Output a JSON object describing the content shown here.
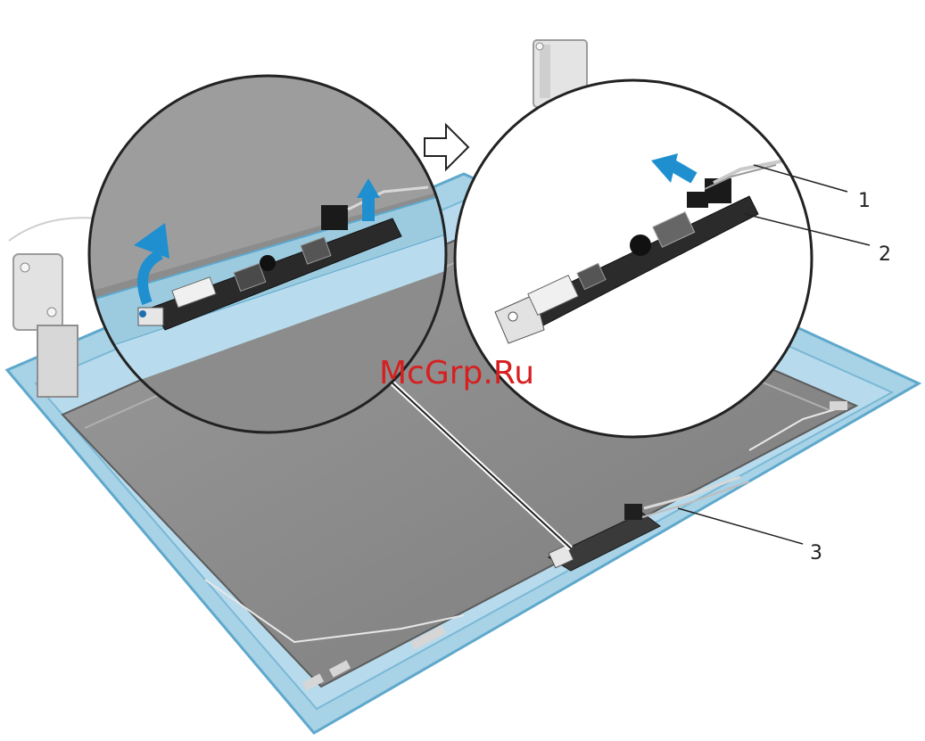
{
  "watermark": "McGrp.Ru",
  "callouts": [
    {
      "number": "1"
    },
    {
      "number": "2"
    },
    {
      "number": "3"
    }
  ],
  "colors": {
    "bezel": "#9ccbe0",
    "bezel_edge": "#5ea8cc",
    "panel": "#8a8a8a",
    "panel_dark": "#6f6f6f",
    "arrow": "#1f8fd0",
    "watermark": "#d62020"
  }
}
